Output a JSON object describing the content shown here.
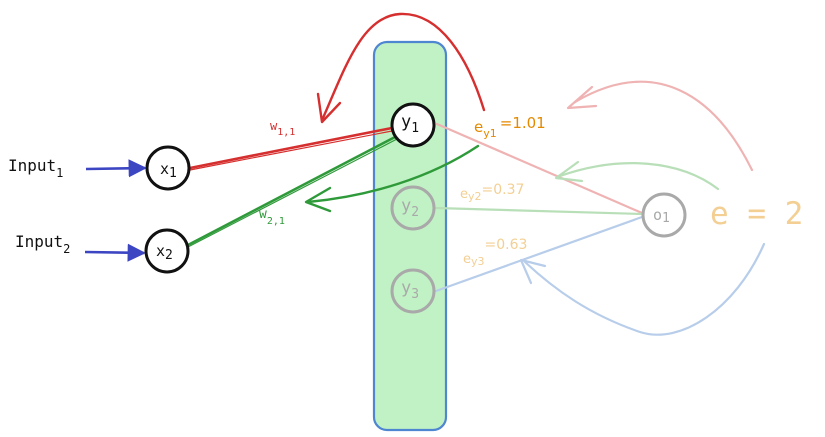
{
  "colors": {
    "black": "#111111",
    "red": "#d62f2f",
    "green": "#2f9a3a",
    "blue": "#3c45c2",
    "orange": "#e48a00",
    "faded_orange": "#f3cf93",
    "faded_red": "#efb3b3",
    "faded_green": "#b8dfb8",
    "faded_blue": "#b7cdea",
    "layer_fill": "#c1f2c5",
    "layer_stroke": "#4f86d1",
    "faded_node": "#a9a9a9"
  },
  "inputs": [
    {
      "label": "Input",
      "sub": "1"
    },
    {
      "label": "Input",
      "sub": "2"
    }
  ],
  "input_nodes": [
    {
      "label": "x",
      "sub": "1"
    },
    {
      "label": "x",
      "sub": "2"
    }
  ],
  "hidden_nodes": [
    {
      "label": "y",
      "sub": "1"
    },
    {
      "label": "y",
      "sub": "2"
    },
    {
      "label": "y",
      "sub": "3"
    }
  ],
  "output_node": {
    "label": "o",
    "sub": "1"
  },
  "weights": [
    {
      "label": "w",
      "sub": "1,1"
    },
    {
      "label": "w",
      "sub": "2,1"
    }
  ],
  "errors": [
    {
      "label": "e",
      "sub": "y1",
      "value": "=1.01"
    },
    {
      "label": "e",
      "sub": "y2",
      "value": "=0.37"
    },
    {
      "label": "e",
      "sub": "y3",
      "value": "=0.63"
    }
  ],
  "total_error": "e = 2"
}
